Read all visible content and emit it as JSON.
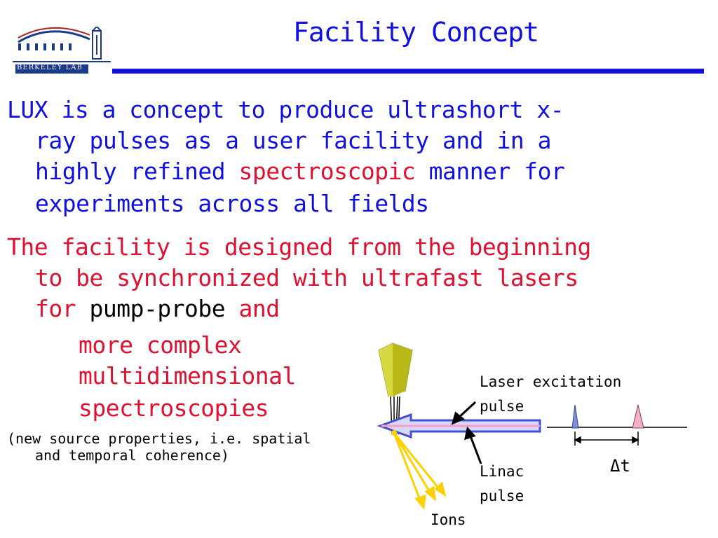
{
  "slide": {
    "title": "Facility Concept",
    "logo": {
      "text": "Berkeley Lab"
    },
    "para1": {
      "line1": "LUX is a concept to produce ultrashort x-",
      "line2": "ray pulses as a user facility and in a",
      "line3_pre": "highly refined ",
      "line3_red": "spectroscopic",
      "line3_post": " manner for",
      "line4": "experiments across all fields"
    },
    "para2": {
      "line1": "The facility is designed from the beginning",
      "line2": "to be synchronized with ultrafast lasers",
      "line3_pre": "for ",
      "line3_black": "pump-probe",
      "line3_post": " and",
      "line4": "more complex",
      "line5": "multidimensional",
      "line6": "spectroscopies"
    },
    "note": {
      "line1": "(new source properties, i.e. spatial",
      "line2": "and temporal coherence)"
    },
    "diagram": {
      "laser_label_1": "Laser excitation",
      "laser_label_2": "pulse",
      "linac_label_1": "Linac",
      "linac_label_2": "pulse",
      "ions_label": "Ions",
      "delta_label": "Δt"
    }
  },
  "colors": {
    "blue": "#1010e0",
    "red": "#e01030",
    "logo_blue": "#1a3a8c",
    "logo_red": "#b02020",
    "laser_pulse": "#8090d8",
    "linac_pulse": "#f4b0c8",
    "ions": "#ffd000",
    "pyramid": "#c8c820"
  }
}
